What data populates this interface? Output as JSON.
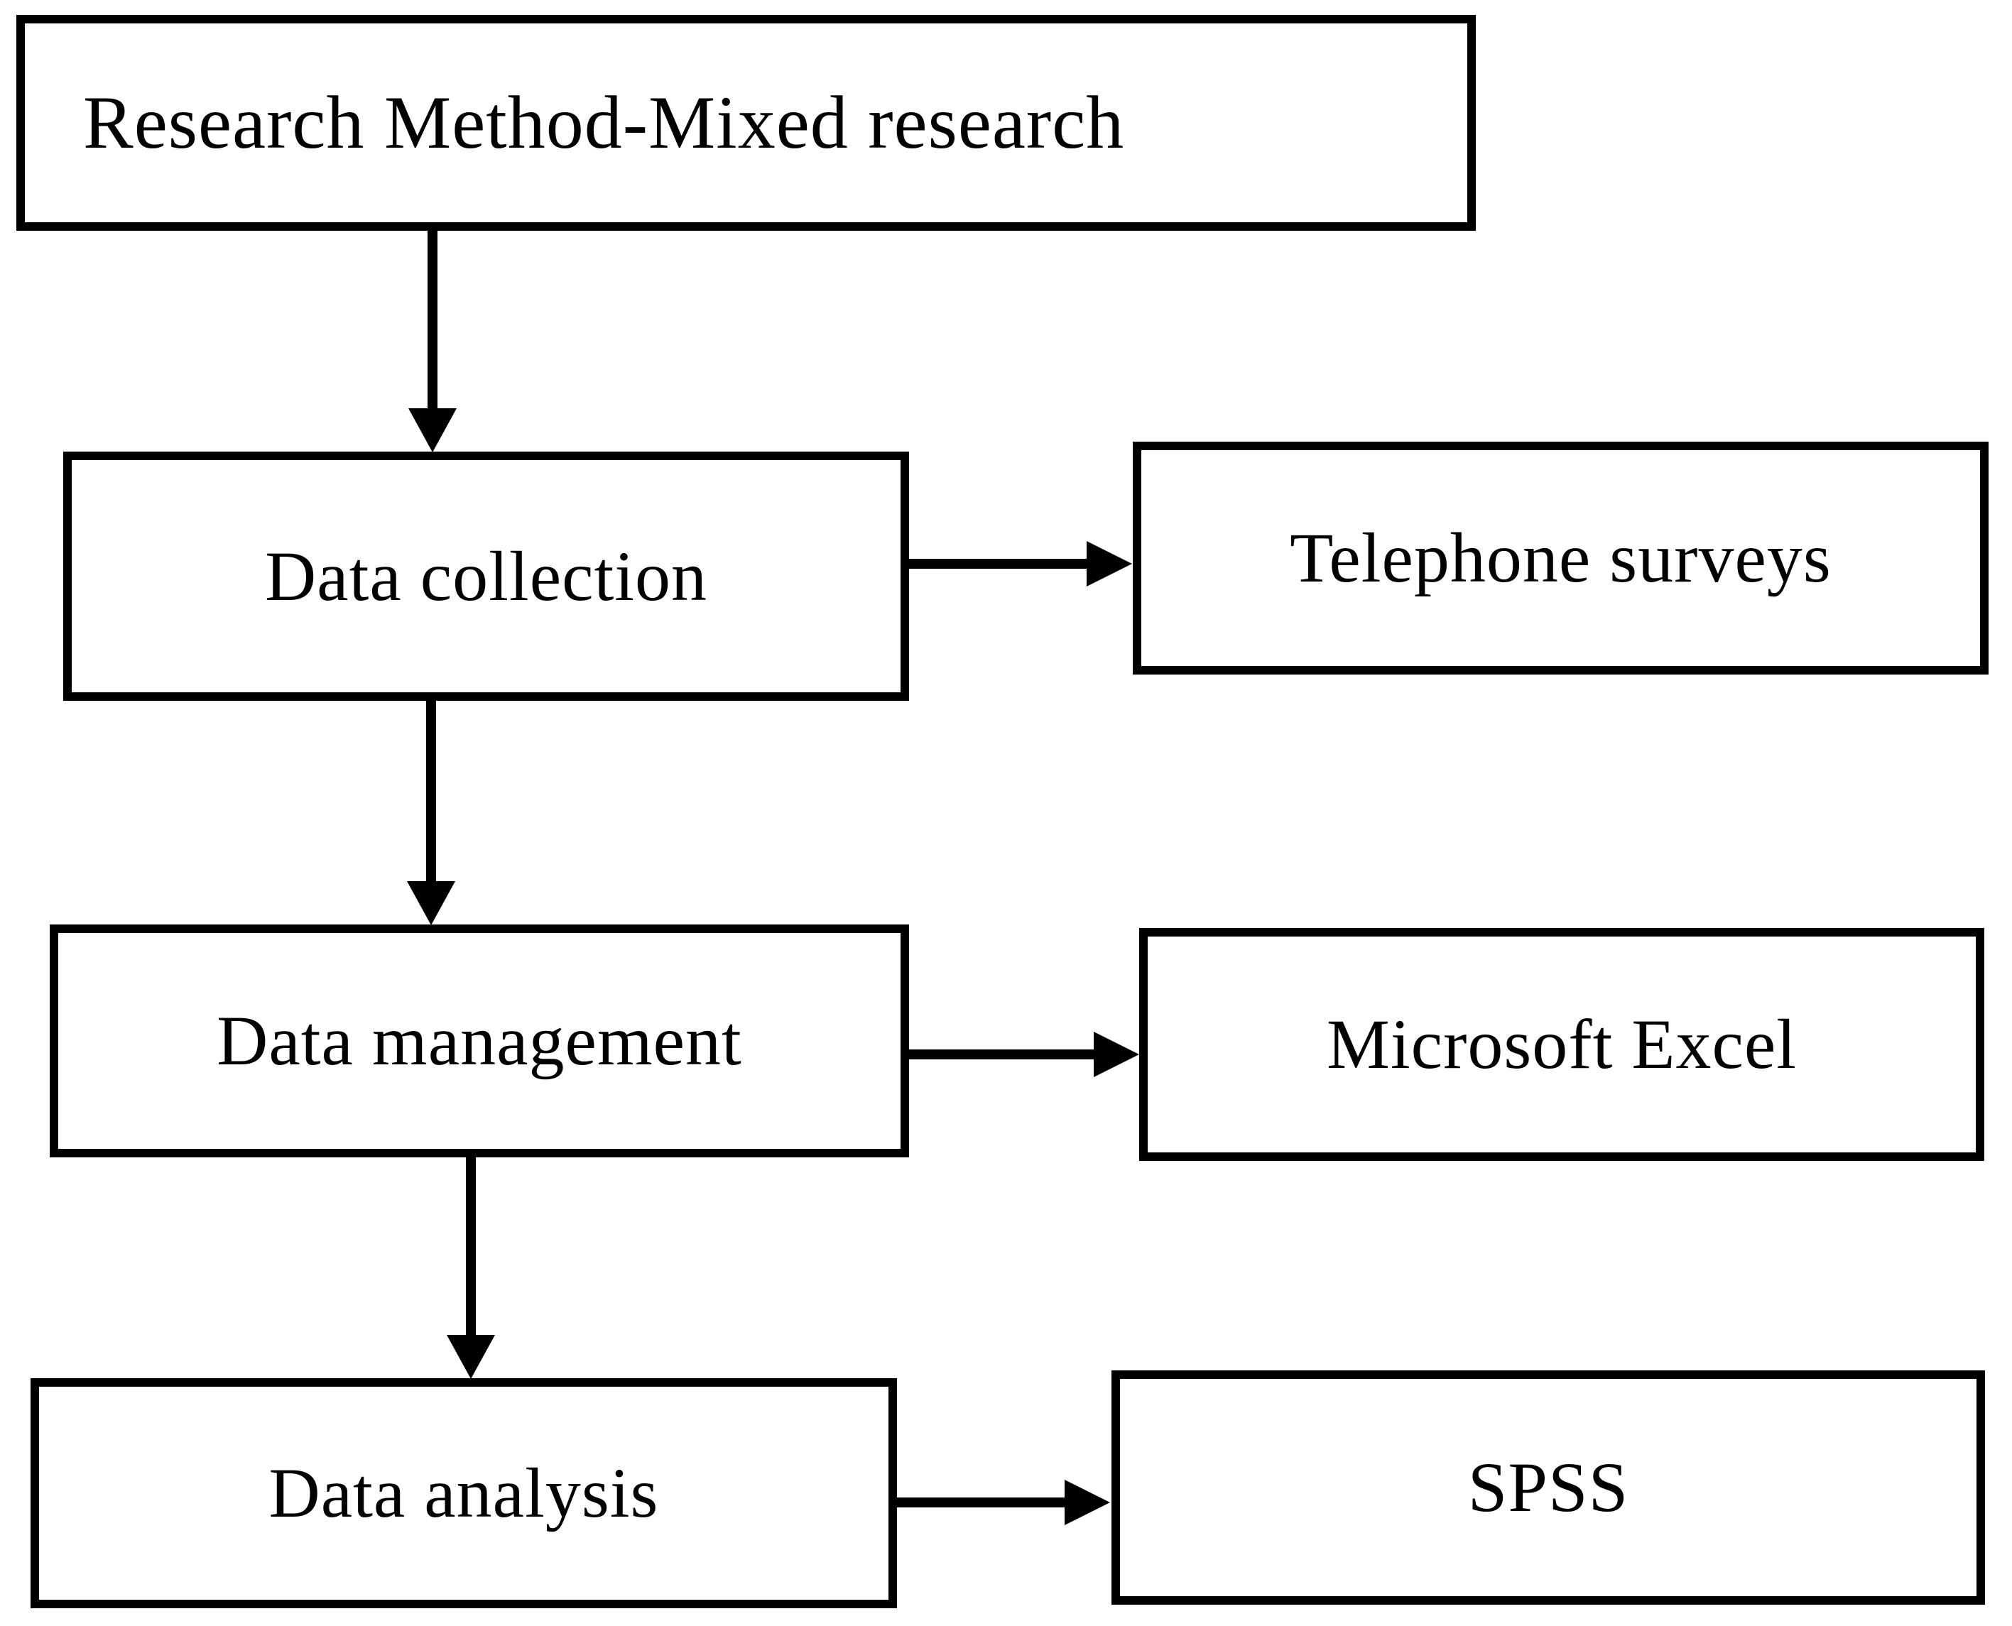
{
  "diagram": {
    "nodes": [
      {
        "id": "research-method",
        "label": "Research Method-Mixed research"
      },
      {
        "id": "data-collection",
        "label": "Data collection"
      },
      {
        "id": "telephone-surveys",
        "label": "Telephone surveys"
      },
      {
        "id": "data-management",
        "label": "Data management"
      },
      {
        "id": "microsoft-excel",
        "label": "Microsoft Excel"
      },
      {
        "id": "data-analysis",
        "label": "Data analysis"
      },
      {
        "id": "spss",
        "label": "SPSS"
      }
    ],
    "edges": [
      {
        "from": "research-method",
        "to": "data-collection",
        "direction": "down"
      },
      {
        "from": "data-collection",
        "to": "telephone-surveys",
        "direction": "right"
      },
      {
        "from": "data-collection",
        "to": "data-management",
        "direction": "down"
      },
      {
        "from": "data-management",
        "to": "microsoft-excel",
        "direction": "right"
      },
      {
        "from": "data-management",
        "to": "data-analysis",
        "direction": "down"
      },
      {
        "from": "data-analysis",
        "to": "spss",
        "direction": "right"
      }
    ],
    "colors": {
      "border": "#000000",
      "text": "#000000",
      "background": "#ffffff",
      "arrow": "#000000"
    }
  }
}
